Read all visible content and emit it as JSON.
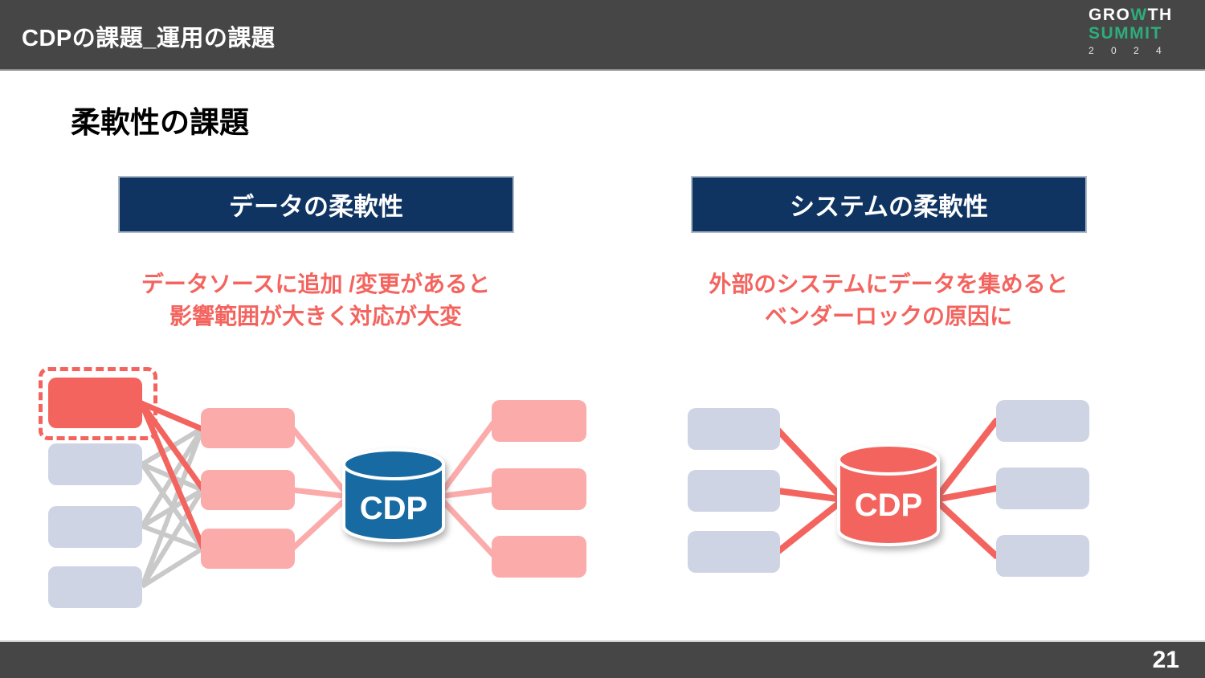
{
  "header": {
    "title": "CDPの課題_運用の課題",
    "logo": {
      "growth_pre": "GRO",
      "growth_w": "W",
      "growth_post": "TH",
      "summit": "SUMMIT",
      "year": "2 0 2 4"
    }
  },
  "slide": {
    "heading": "柔軟性の課題",
    "page_number": "21"
  },
  "left_section": {
    "banner": "データの柔軟性",
    "description_line1": "データソースに追加 /変更があると",
    "description_line2": "影響範囲が大きく対応が大変",
    "cdp_label": "CDP"
  },
  "right_section": {
    "banner": "システムの柔軟性",
    "description_line1": "外部のシステムにデータを集めると",
    "description_line2": "ベンダーロックの原因に",
    "cdp_label": "CDP"
  },
  "colors": {
    "bar_gray": "#464646",
    "banner_navy": "#0F3461",
    "accent_red": "#F4645F",
    "pink": "#FCABAB",
    "lavender": "#CFD4E5",
    "cdp_blue": "#186AA3",
    "line_gray": "#C9C9C9",
    "logo_green": "#2EAD7B"
  }
}
